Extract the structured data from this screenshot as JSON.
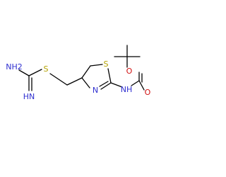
{
  "molecule": {
    "atoms": [
      {
        "id": "amide-n",
        "label": "NH2",
        "color": "#2f2fd0"
      },
      {
        "id": "imine-n",
        "label": "HN",
        "color": "#2f2fd0"
      },
      {
        "id": "thioether-s",
        "label": "S",
        "color": "#b3a100"
      },
      {
        "id": "ring-s",
        "label": "S",
        "color": "#b3a100"
      },
      {
        "id": "ring-n",
        "label": "N",
        "color": "#2f2fd0"
      },
      {
        "id": "carbamate-nh",
        "label": "NH",
        "color": "#2f2fd0"
      },
      {
        "id": "ether-o",
        "label": "O",
        "color": "#d01010"
      },
      {
        "id": "carbonyl-o",
        "label": "O",
        "color": "#d01010"
      }
    ]
  }
}
